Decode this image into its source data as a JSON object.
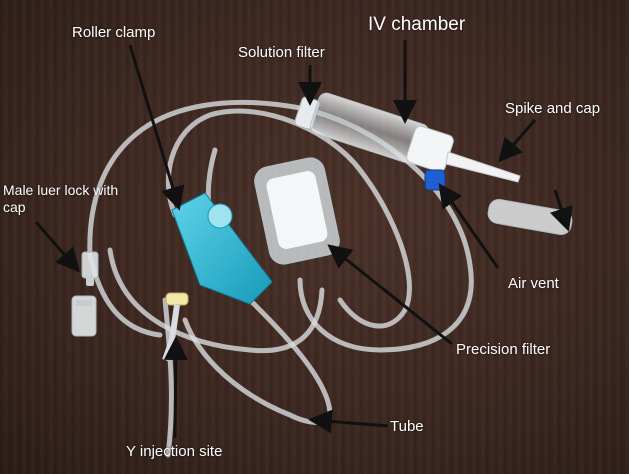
{
  "labels": {
    "roller_clamp": "Roller clamp",
    "iv_chamber": "IV chamber",
    "solution_filter": "Solution filter",
    "spike_and_cap": "Spike and cap",
    "male_luer_lock": "Male luer lock with cap",
    "air_vent": "Air vent",
    "precision_filter": "Precision filter",
    "tube": "Tube",
    "y_injection_site": "Y injection site"
  },
  "colors": {
    "background": "#3b2720",
    "tubing": "#d9dde0",
    "roller_clamp": "#2ab9d6",
    "air_vent_cap": "#1f5fd1",
    "y_site_cap": "#f2e6a8",
    "label_text": "#ffffff",
    "arrow": "#111111"
  }
}
